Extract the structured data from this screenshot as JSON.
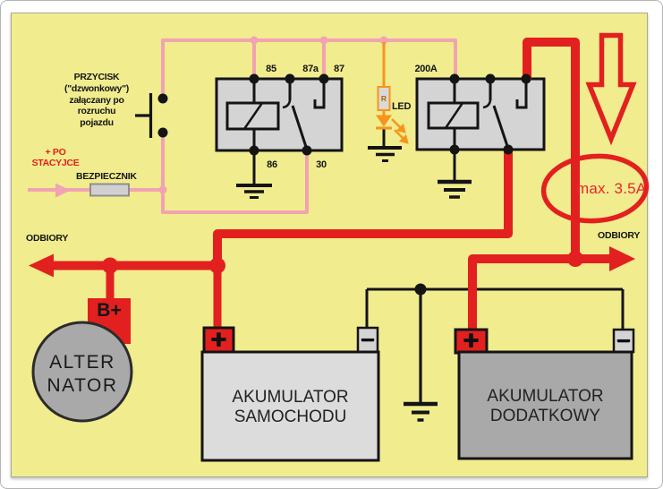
{
  "palette": {
    "background": "#f1ec8e",
    "wire_pink": "#f2a3b1",
    "wire_red": "#e2201f",
    "wire_orange": "#f7941d",
    "wire_black": "#141414",
    "relay_fill": "#d4d4d4",
    "battery_main_fill": "#dcdcdc",
    "battery_aux_fill": "#a9a9a9",
    "alternator_fill": "#a9a9a9"
  },
  "labels": {
    "button_note": [
      "PRZYCISK",
      "(\"dzwonkowy\")",
      "załączany po",
      "rozruchu",
      "pojazdu"
    ],
    "ignition_plus": [
      "+ PO",
      "STACYJCE"
    ],
    "fuse": "BEZPIECZNIK",
    "loads_left": "ODBIORY",
    "loads_right": "ODBIORY",
    "max_current": "max. 3.5A",
    "led": "LED",
    "resistor": "R",
    "relay2_rating": "200A"
  },
  "relay1": {
    "pins_top": [
      "85",
      "87a",
      "87"
    ],
    "pins_bottom": [
      "86",
      "30"
    ]
  },
  "alternator": {
    "name_lines": [
      "ALTER",
      "NATOR"
    ],
    "terminal": "B+"
  },
  "battery_main": {
    "name_lines": [
      "AKUMULATOR",
      "SAMOCHODU"
    ],
    "plus": "+",
    "minus": "−"
  },
  "battery_aux": {
    "name_lines": [
      "AKUMULATOR",
      "DODATKOWY"
    ],
    "plus": "+",
    "minus": "−"
  }
}
